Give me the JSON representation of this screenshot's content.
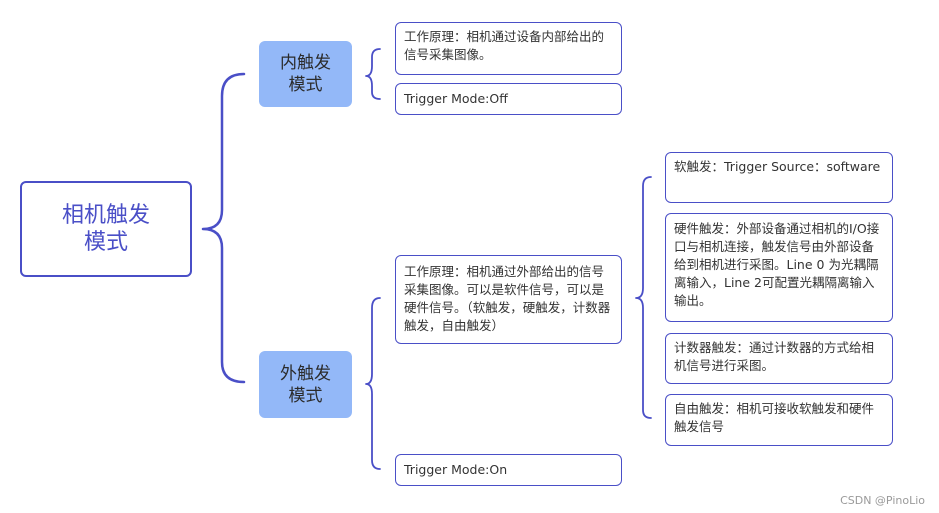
{
  "root": {
    "label": "相机触发模式"
  },
  "internal": {
    "label": "内触发模式",
    "principle": "工作原理：相机通过设备内部给出的信号采集图像。",
    "mode": "Trigger Mode:Off"
  },
  "external": {
    "label": "外触发模式",
    "principle": "工作原理：相机通过外部给出的信号采集图像。可以是软件信号，可以是硬件信号。（软触发，硬触发，计数器触发，自由触发）",
    "mode": "Trigger Mode:On",
    "types": [
      {
        "text": "软触发：Trigger Source：software"
      },
      {
        "text": "硬件触发：外部设备通过相机的I/O接口与相机连接，触发信号由外部设备给到相机进行采图。Line 0 为光耦隔离输入，Line 2可配置光耦隔离输入输出。"
      },
      {
        "text": "计数器触发：通过计数器的方式给相机信号进行采图。"
      },
      {
        "text": "自由触发：相机可接收软触发和硬件触发信号"
      }
    ]
  },
  "watermark": "CSDN @PinoLio",
  "colors": {
    "line": "#4a4fc7",
    "mid_fill": "#93b8f8",
    "border": "#4a4fc7"
  }
}
